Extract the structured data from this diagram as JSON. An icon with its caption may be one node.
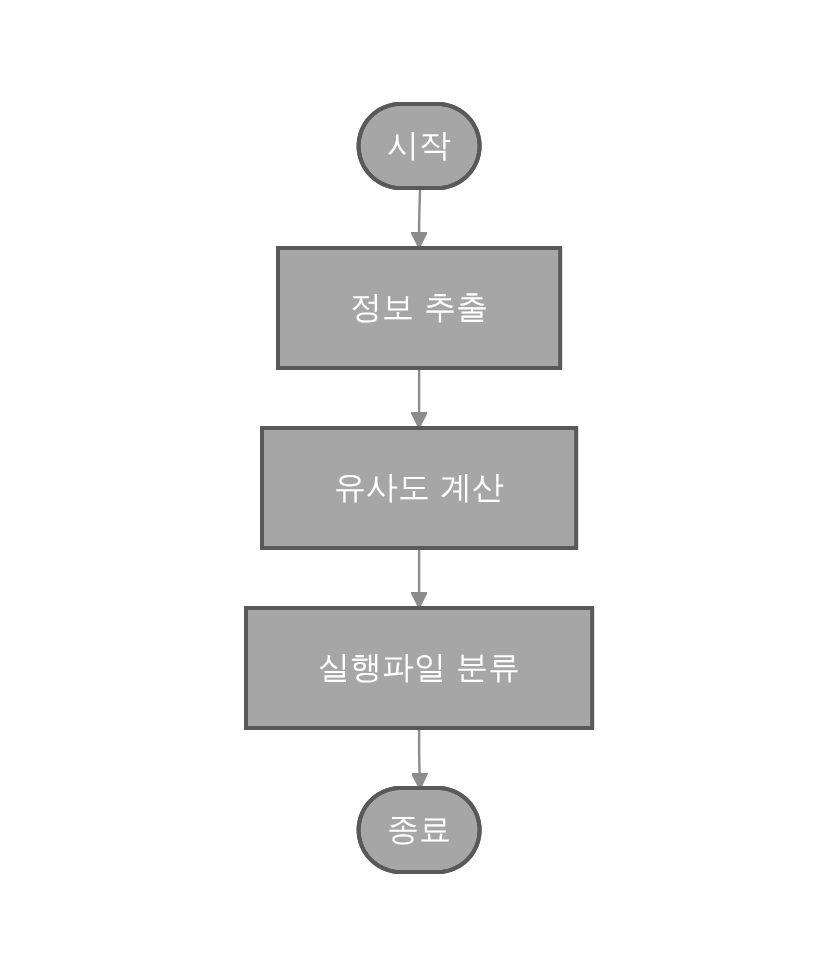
{
  "diagram": {
    "nodes": [
      {
        "text": [
          "시작"
        ]
      },
      {
        "text": [
          "정보 추출"
        ]
      },
      {
        "text": [
          "유사도 계산"
        ]
      },
      {
        "text": [
          "실행파일 분류"
        ]
      },
      {
        "text": [
          "종료"
        ]
      }
    ],
    "edges": [
      {
        "from": 0,
        "to": 1,
        "arrow": "to"
      },
      {
        "from": 1,
        "to": 2,
        "arrow": "to"
      },
      {
        "from": 2,
        "to": 3,
        "arrow": "to"
      },
      {
        "from": 3,
        "to": 4,
        "arrow": "to"
      }
    ]
  }
}
